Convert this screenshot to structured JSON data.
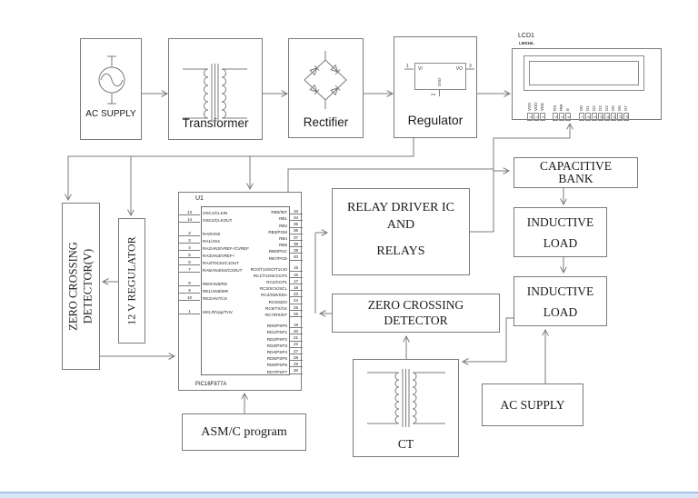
{
  "colors": {
    "line": "#7b7b7b",
    "text": "#1a1a1a",
    "background": "#ffffff",
    "bottom_bar_fill": "#d9e7f7",
    "bottom_bar_border": "#a6c2e3"
  },
  "diagram": {
    "ac_supply_top": "AC SUPPLY",
    "transformer": "Transformer",
    "rectifier": "Rectifier",
    "regulator": "Regulator",
    "regulator_ic": {
      "vi": "VI",
      "vo": "VO",
      "gnd": "GND",
      "pin1": "1",
      "pin2": "2",
      "pin3": "3"
    },
    "lcd": {
      "ref": "LCD1",
      "part": "LM016L",
      "pins": [
        "VSS",
        "VDD",
        "VEE",
        "RS",
        "RW",
        "E",
        "D0",
        "D1",
        "D2",
        "D3",
        "D4",
        "D5",
        "D6",
        "D7"
      ],
      "pin_numbers": [
        "1",
        "2",
        "3",
        "4",
        "5",
        "6",
        "7",
        "8",
        "9",
        "10",
        "11",
        "12",
        "13",
        "14"
      ]
    },
    "zcd_voltage": "ZERO CROSSING DETECTOR(V)",
    "regulator_12v": "12 V REGULATOR",
    "mcu": {
      "ref": "U1",
      "part": "PIC16F877A",
      "left_pin_groups": [
        [
          {
            "n": "13",
            "l": "OSC1/CLKIN"
          },
          {
            "n": "14",
            "l": "OSC2/CLKOUT"
          }
        ],
        [
          {
            "n": "2",
            "l": "RA0/AN0"
          },
          {
            "n": "3",
            "l": "RA1/AN1"
          },
          {
            "n": "4",
            "l": "RA2/AN2/VREF-/CVREF"
          },
          {
            "n": "5",
            "l": "RA3/AN3/VREF+"
          },
          {
            "n": "6",
            "l": "RA4/T0CKI/C1OUT"
          },
          {
            "n": "7",
            "l": "RA5/AN4/SS/C2OUT"
          }
        ],
        [
          {
            "n": "8",
            "l": "RE0/AN5/RD"
          },
          {
            "n": "9",
            "l": "RE1/AN6/WR"
          },
          {
            "n": "10",
            "l": "RE2/AN7/CS"
          }
        ],
        [
          {
            "n": "1",
            "l": "MCLR/Vpp/THV"
          }
        ]
      ],
      "right_pin_groups": [
        [
          {
            "n": "33",
            "l": "RB0/INT"
          },
          {
            "n": "34",
            "l": "RB1"
          },
          {
            "n": "35",
            "l": "RB2"
          },
          {
            "n": "36",
            "l": "RB3/PGM"
          },
          {
            "n": "37",
            "l": "RB4"
          },
          {
            "n": "38",
            "l": "RB5"
          },
          {
            "n": "39",
            "l": "RB6/PGC"
          },
          {
            "n": "40",
            "l": "RB7/PGD"
          }
        ],
        [
          {
            "n": "15",
            "l": "RC0/T1OSO/T1CKI"
          },
          {
            "n": "16",
            "l": "RC1/T1OSI/CCP2"
          },
          {
            "n": "17",
            "l": "RC2/CCP1"
          },
          {
            "n": "18",
            "l": "RC3/SCK/SCL"
          },
          {
            "n": "23",
            "l": "RC4/SDI/SDA"
          },
          {
            "n": "24",
            "l": "RC5/SDO"
          },
          {
            "n": "25",
            "l": "RC6/TX/CK"
          },
          {
            "n": "26",
            "l": "RC7/RX/DT"
          }
        ],
        [
          {
            "n": "19",
            "l": "RD0/PSP0"
          },
          {
            "n": "20",
            "l": "RD1/PSP1"
          },
          {
            "n": "21",
            "l": "RD2/PSP2"
          },
          {
            "n": "22",
            "l": "RD3/PSP3"
          },
          {
            "n": "27",
            "l": "RD4/PSP4"
          },
          {
            "n": "28",
            "l": "RD5/PSP5"
          },
          {
            "n": "29",
            "l": "RD6/PSP6"
          },
          {
            "n": "30",
            "l": "RD7/PSP7"
          }
        ]
      ]
    },
    "relay_driver_lines": [
      "RELAY DRIVER IC",
      "AND",
      "RELAYS"
    ],
    "zcd_current": "ZERO CROSSING DETECTOR",
    "ct": "CT",
    "asm_program": "ASM/C program",
    "ac_supply_bottom": "AC SUPPLY",
    "capacitive_bank": "CAPACITIVE BANK",
    "inductive_load_1": "INDUCTIVE LOAD",
    "inductive_load_2": "INDUCTIVE LOAD"
  }
}
